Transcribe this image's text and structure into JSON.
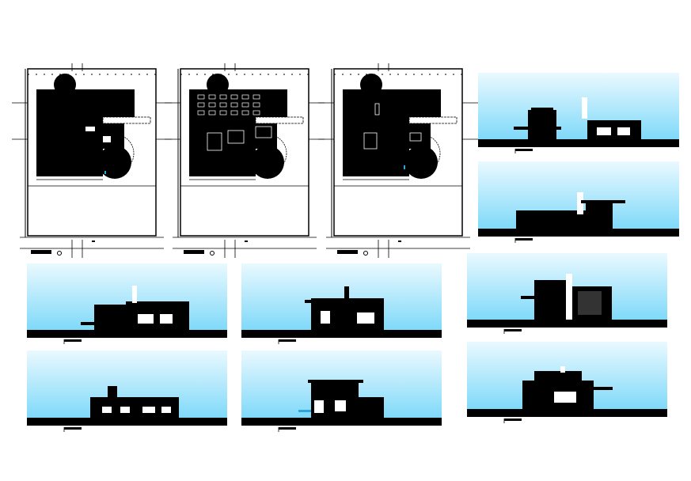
{
  "drawing": {
    "plans": [
      {
        "id": "plan-1",
        "variant": "site"
      },
      {
        "id": "plan-2",
        "variant": "floor"
      },
      {
        "id": "plan-3",
        "variant": "roof"
      }
    ],
    "elevations": [
      {
        "id": "elevation-1"
      },
      {
        "id": "elevation-2"
      },
      {
        "id": "elevation-3"
      },
      {
        "id": "elevation-4"
      },
      {
        "id": "elevation-5"
      },
      {
        "id": "elevation-6"
      },
      {
        "id": "elevation-7"
      },
      {
        "id": "elevation-8"
      }
    ]
  },
  "colors": {
    "background": "#ffffff",
    "linework": "#000000",
    "sky_top": "#eaf9ff",
    "sky_bottom": "#7fd9f9",
    "accent": "#29a8e0"
  }
}
